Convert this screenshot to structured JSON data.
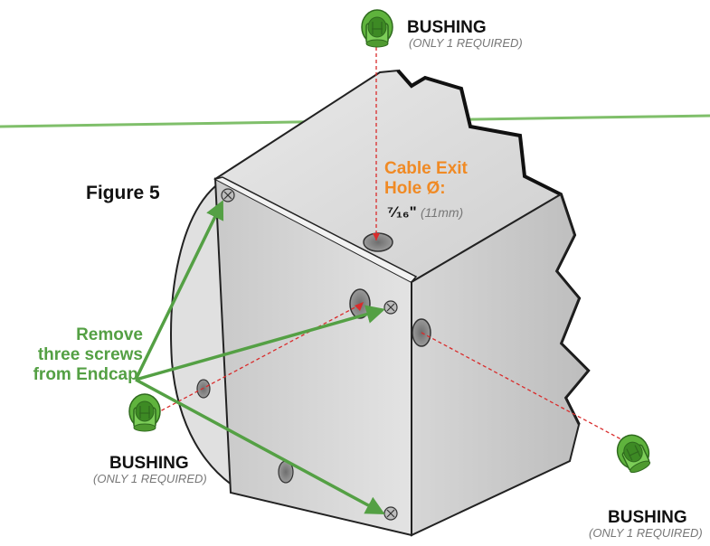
{
  "figure_label": "Figure 5",
  "instruction": {
    "line1": "Remove",
    "line2": "three screws",
    "line3": "from Endcap."
  },
  "cable_exit": {
    "line1": "Cable Exit",
    "line2": "Hole Ø:",
    "size": "⁷⁄₁₆\"",
    "metric": "(11mm)"
  },
  "bushings": [
    {
      "title": "BUSHING",
      "note": "(ONLY 1 REQUIRED)",
      "icon": "bushing-icon"
    },
    {
      "title": "BUSHING",
      "note": "(ONLY 1 REQUIRED)",
      "icon": "bushing-icon"
    },
    {
      "title": "BUSHING",
      "note": "(ONLY 1 REQUIRED)",
      "icon": "bushing-icon"
    }
  ],
  "colors": {
    "accent_green": "#54a044",
    "accent_orange": "#f08a24",
    "guide_red": "#d92b2b",
    "bushing_green": "#6cc04a"
  }
}
